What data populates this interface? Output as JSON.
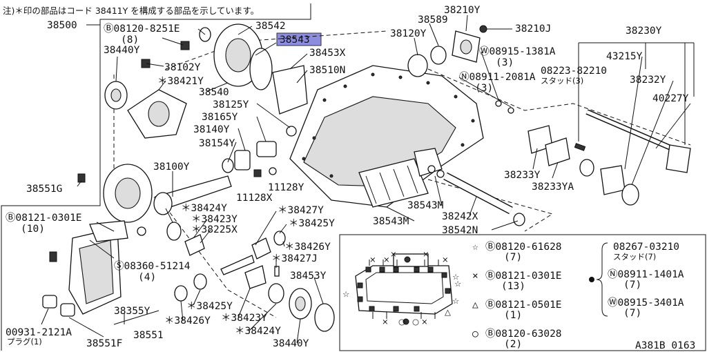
{
  "note": "注)＊印の部品はコード 38411Y を構成する部品を示しています。",
  "diagram_code": "A381B 0163",
  "highlighted_label": "38543",
  "labels": {
    "p38500": "38500",
    "p08120_8251e": "Ⓑ08120-8251E",
    "p08120_8251e_qty": "(8)",
    "p38542": "38542",
    "p38543": "38543",
    "p38440y_top": "38440Y",
    "p38102y": "38102Y",
    "p38453x": "38453X",
    "p38421y": "＊38421Y",
    "p38510n": "38510N",
    "p38540": "38540",
    "p38125y": "38125Y",
    "p38165y": "38165Y",
    "p38140y": "38140Y",
    "p38154y": "38154Y",
    "p38100y": "38100Y",
    "p11128x": "11128X",
    "p11128y": "11128Y",
    "p38551g": "38551G",
    "p38210y": "38210Y",
    "p38589": "38589",
    "p38120y": "38120Y",
    "p38210j": "38210J",
    "p08915_1381a": "Ⓦ08915-1381A",
    "p08915_1381a_qty": "(3)",
    "p08911_2081a": "Ⓝ08911-2081A",
    "p08911_2081a_qty": "(3)",
    "p38230y": "38230Y",
    "p43215y": "43215Y",
    "p08223_82210": "08223-82210",
    "p08223_sub": "スタッド(3)",
    "p38232y": "38232Y",
    "p40227y": "40227Y",
    "p38233y": "38233Y",
    "p38233ya": "38233YA",
    "p38543m_a": "38543M",
    "p38543m_b": "38543M",
    "p38242x": "38242X",
    "p38542n": "38542N",
    "p08121_0301e_l": "Ⓑ08121-0301E",
    "p08121_0301e_l_qty": "(10)",
    "p38424y_a": "＊38424Y",
    "p38423y_a": "＊38423Y",
    "p38225x": "＊38225X",
    "p38427y": "＊38427Y",
    "p38425y_a": "＊38425Y",
    "p38426y_a": "＊38426Y",
    "p38427j": "＊38427J",
    "p08360_51214": "Ⓢ08360-51214",
    "p08360_qty": "(4)",
    "p38453y": "38453Y",
    "p38425y_b": "＊38425Y",
    "p38355y": "38355Y",
    "p38426y_b": "＊38426Y",
    "p38423y_b": "＊38423Y",
    "p00931": "00931-2121A",
    "p00931_sub": "プラグ(1)",
    "p38551": "38551",
    "p38424y_b": "＊38424Y",
    "p38440y_bot": "38440Y",
    "p38551f": "38551F"
  },
  "legend": {
    "star": {
      "symbol": "☆",
      "code": "Ⓑ08120-61628",
      "qty": "(7)"
    },
    "cross": {
      "symbol": "×",
      "code": "Ⓑ08121-0301E",
      "qty": "(13)"
    },
    "tri": {
      "symbol": "△",
      "code": "Ⓑ08121-0501E",
      "qty": "(1)"
    },
    "circ": {
      "symbol": "○",
      "code": "Ⓑ08120-63028",
      "qty": "(2)"
    },
    "dot_group": [
      {
        "code": "08267-03210",
        "sub": "スタッド(7)"
      },
      {
        "code": "Ⓝ08911-1401A",
        "qty": "(7)"
      },
      {
        "code": "Ⓦ08915-3401A",
        "qty": "(7)"
      }
    ]
  }
}
